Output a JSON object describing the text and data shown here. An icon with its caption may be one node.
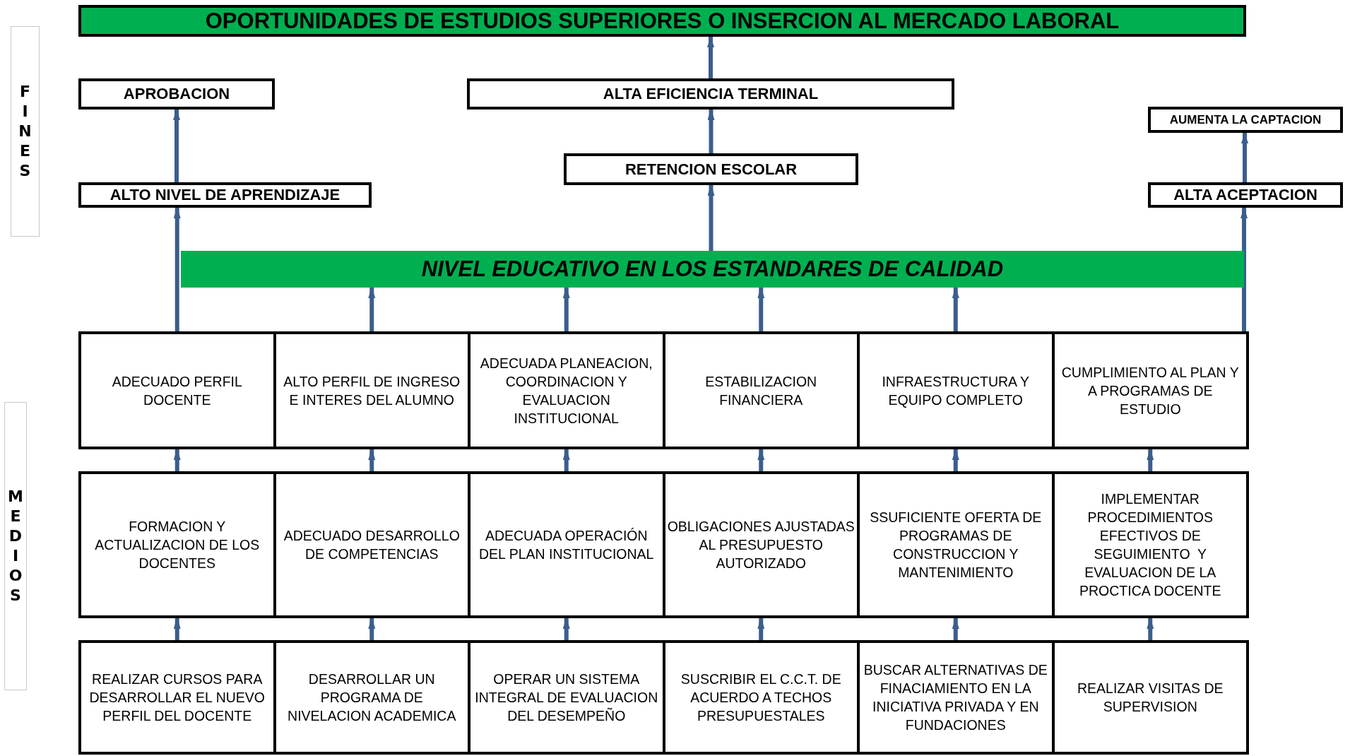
{
  "diagram": {
    "nodes": [
      {
        "text": [
          "OPORTUNIDADES DE ESTUDIOS SUPERIORES O INSERCION AL MERCADO LABORAL"
        ]
      },
      {
        "text": [
          "APROBACION"
        ]
      },
      {
        "text": [
          "ALTA EFICIENCIA TERMINAL"
        ]
      },
      {
        "text": [
          "AUMENTA LA CAPTACION"
        ]
      },
      {
        "text": [
          "RETENCION ESCOLAR"
        ]
      },
      {
        "text": [
          "ALTO NIVEL DE APRENDIZAJE"
        ]
      },
      {
        "text": [
          "ALTA ACEPTACION"
        ]
      },
      {
        "text": [
          "NIVEL EDUCATIVO EN LOS ESTANDARES DE CALIDAD"
        ]
      },
      {
        "text": [
          "ADECUADO PERFIL DOCENTE"
        ]
      },
      {
        "text": [
          "ALTO PERFIL DE INGRESO E INTERES DEL ALUMNO"
        ]
      },
      {
        "text": [
          "ADECUADA PLANEACION, COORDINACION Y EVALUACION INSTITUCIONAL"
        ]
      },
      {
        "text": [
          "ESTABILIZACION FINANCIERA"
        ]
      },
      {
        "text": [
          "INFRAESTRUCTURA Y EQUIPO COMPLETO"
        ]
      },
      {
        "text": [
          "CUMPLIMIENTO AL PLAN Y A PROGRAMAS DE ESTUDIO"
        ]
      },
      {
        "text": [
          "FORMACION Y ACTUALIZACION DE LOS DOCENTES"
        ]
      },
      {
        "text": [
          "ADECUADO DESARROLLO DE COMPETENCIAS"
        ]
      },
      {
        "text": [
          "ADECUADA OPERACIÓN DEL PLAN INSTITUCIONAL"
        ]
      },
      {
        "text": [
          "OBLIGACIONES AJUSTADAS AL PRESUPUESTO AUTORIZADO"
        ]
      },
      {
        "text": [
          "SSUFICIENTE OFERTA DE PROGRAMAS DE CONSTRUCCION Y MANTENIMIENTO"
        ]
      },
      {
        "text": [
          "IMPLEMENTAR PROCEDIMIENTOS EFECTIVOS DE SEGUIMIENTO  Y EVALUACION DE LA PROCTICA DOCENTE"
        ]
      },
      {
        "text": [
          "REALIZAR CURSOS PARA DESARROLLAR EL NUEVO PERFIL DEL DOCENTE"
        ]
      },
      {
        "text": [
          "DESARROLLAR UN PROGRAMA DE NIVELACION ACADEMICA"
        ]
      },
      {
        "text": [
          "OPERAR UN SISTEMA INTEGRAL DE EVALUACION DEL DESEMPEÑO"
        ]
      },
      {
        "text": [
          "SUSCRIBIR EL C.C.T. DE ACUERDO A TECHOS PRESUPUESTALES"
        ]
      },
      {
        "text": [
          "BUSCAR ALTERNATIVAS DE FINACIAMIENTO EN LA INICIATIVA PRIVADA Y EN FUNDACIONES"
        ]
      },
      {
        "text": [
          "REALIZAR VISITAS DE SUPERVISION"
        ]
      },
      {
        "text": [
          "FINES"
        ]
      },
      {
        "text": [
          "MEDIOS"
        ]
      }
    ],
    "edges": [
      {
        "from": 2,
        "to": 0,
        "arrow": "to"
      },
      {
        "from": 4,
        "to": 2,
        "arrow": "to"
      },
      {
        "from": 7,
        "to": 4,
        "arrow": "to"
      },
      {
        "from": 5,
        "to": 1,
        "arrow": "to"
      },
      {
        "from": 6,
        "to": 3,
        "arrow": "to"
      },
      {
        "from": 8,
        "to": 5,
        "arrow": "to"
      },
      {
        "from": 9,
        "to": 7,
        "arrow": "to"
      },
      {
        "from": 10,
        "to": 7,
        "arrow": "to"
      },
      {
        "from": 11,
        "to": 7,
        "arrow": "to"
      },
      {
        "from": 12,
        "to": 7,
        "arrow": "to"
      },
      {
        "from": 13,
        "to": 6,
        "arrow": "to"
      },
      {
        "from": 14,
        "to": 8,
        "arrow": "to"
      },
      {
        "from": 15,
        "to": 9,
        "arrow": "to"
      },
      {
        "from": 16,
        "to": 10,
        "arrow": "to"
      },
      {
        "from": 17,
        "to": 11,
        "arrow": "to"
      },
      {
        "from": 18,
        "to": 12,
        "arrow": "to"
      },
      {
        "from": 19,
        "to": 13,
        "arrow": "to"
      },
      {
        "from": 20,
        "to": 14,
        "arrow": "to"
      },
      {
        "from": 21,
        "to": 15,
        "arrow": "to"
      },
      {
        "from": 22,
        "to": 16,
        "arrow": "to"
      },
      {
        "from": 23,
        "to": 17,
        "arrow": "to"
      },
      {
        "from": 24,
        "to": 18,
        "arrow": "to"
      },
      {
        "from": 25,
        "to": 19,
        "arrow": "to"
      }
    ]
  }
}
